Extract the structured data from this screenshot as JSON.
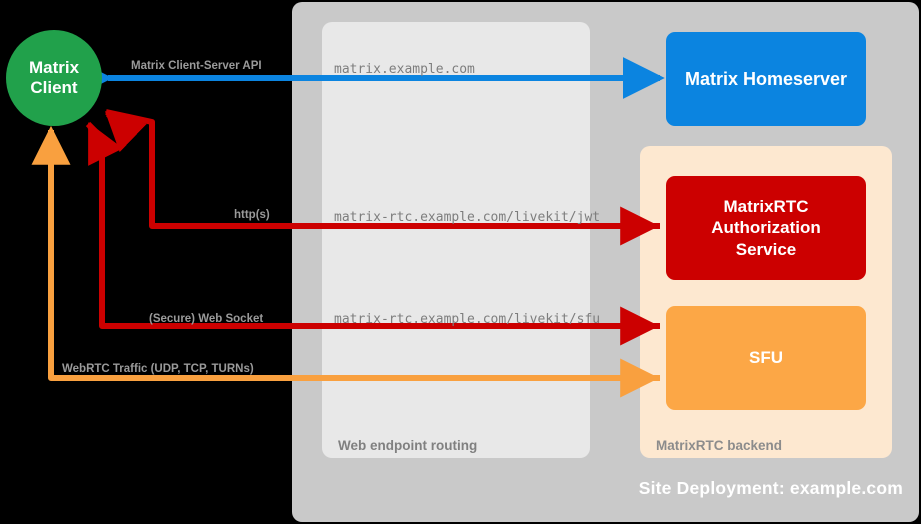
{
  "diagram": {
    "title": "Site Deployment: example.com",
    "containers": {
      "site_deployment_label": "Site Deployment: example.com",
      "web_routing_label": "Web endpoint routing",
      "rtc_backend_label": "MatrixRTC backend"
    },
    "nodes": {
      "client_line1": "Matrix",
      "client_line2": "Client",
      "homeserver": "Matrix Homeserver",
      "auth_line1": "MatrixRTC",
      "auth_line2": "Authorization",
      "auth_line3": "Service",
      "sfu": "SFU"
    },
    "edges": {
      "cs_api_label": "Matrix Client-Server API",
      "https_label": "http(s)",
      "websocket_label": "(Secure) Web Socket",
      "webrtc_label": "WebRTC Traffic (UDP, TCP, TURNs)"
    },
    "endpoints": {
      "matrix_domain": "matrix.example.com",
      "jwt_url": "matrix-rtc.example.com/livekit/jwt",
      "sfu_url": "matrix-rtc.example.com/livekit/sfu"
    },
    "colors": {
      "background": "#000000",
      "site_container": "#c9c9c9",
      "web_routing": "#e8e8e8",
      "rtc_backend": "#fde8d0",
      "client_green": "#21a14b",
      "homeserver_blue": "#0b84e0",
      "auth_red": "#cc0000",
      "sfu_orange": "#fca746",
      "webrtc_orange": "#f9a03f",
      "label_gray": "#9a9a9a"
    }
  }
}
